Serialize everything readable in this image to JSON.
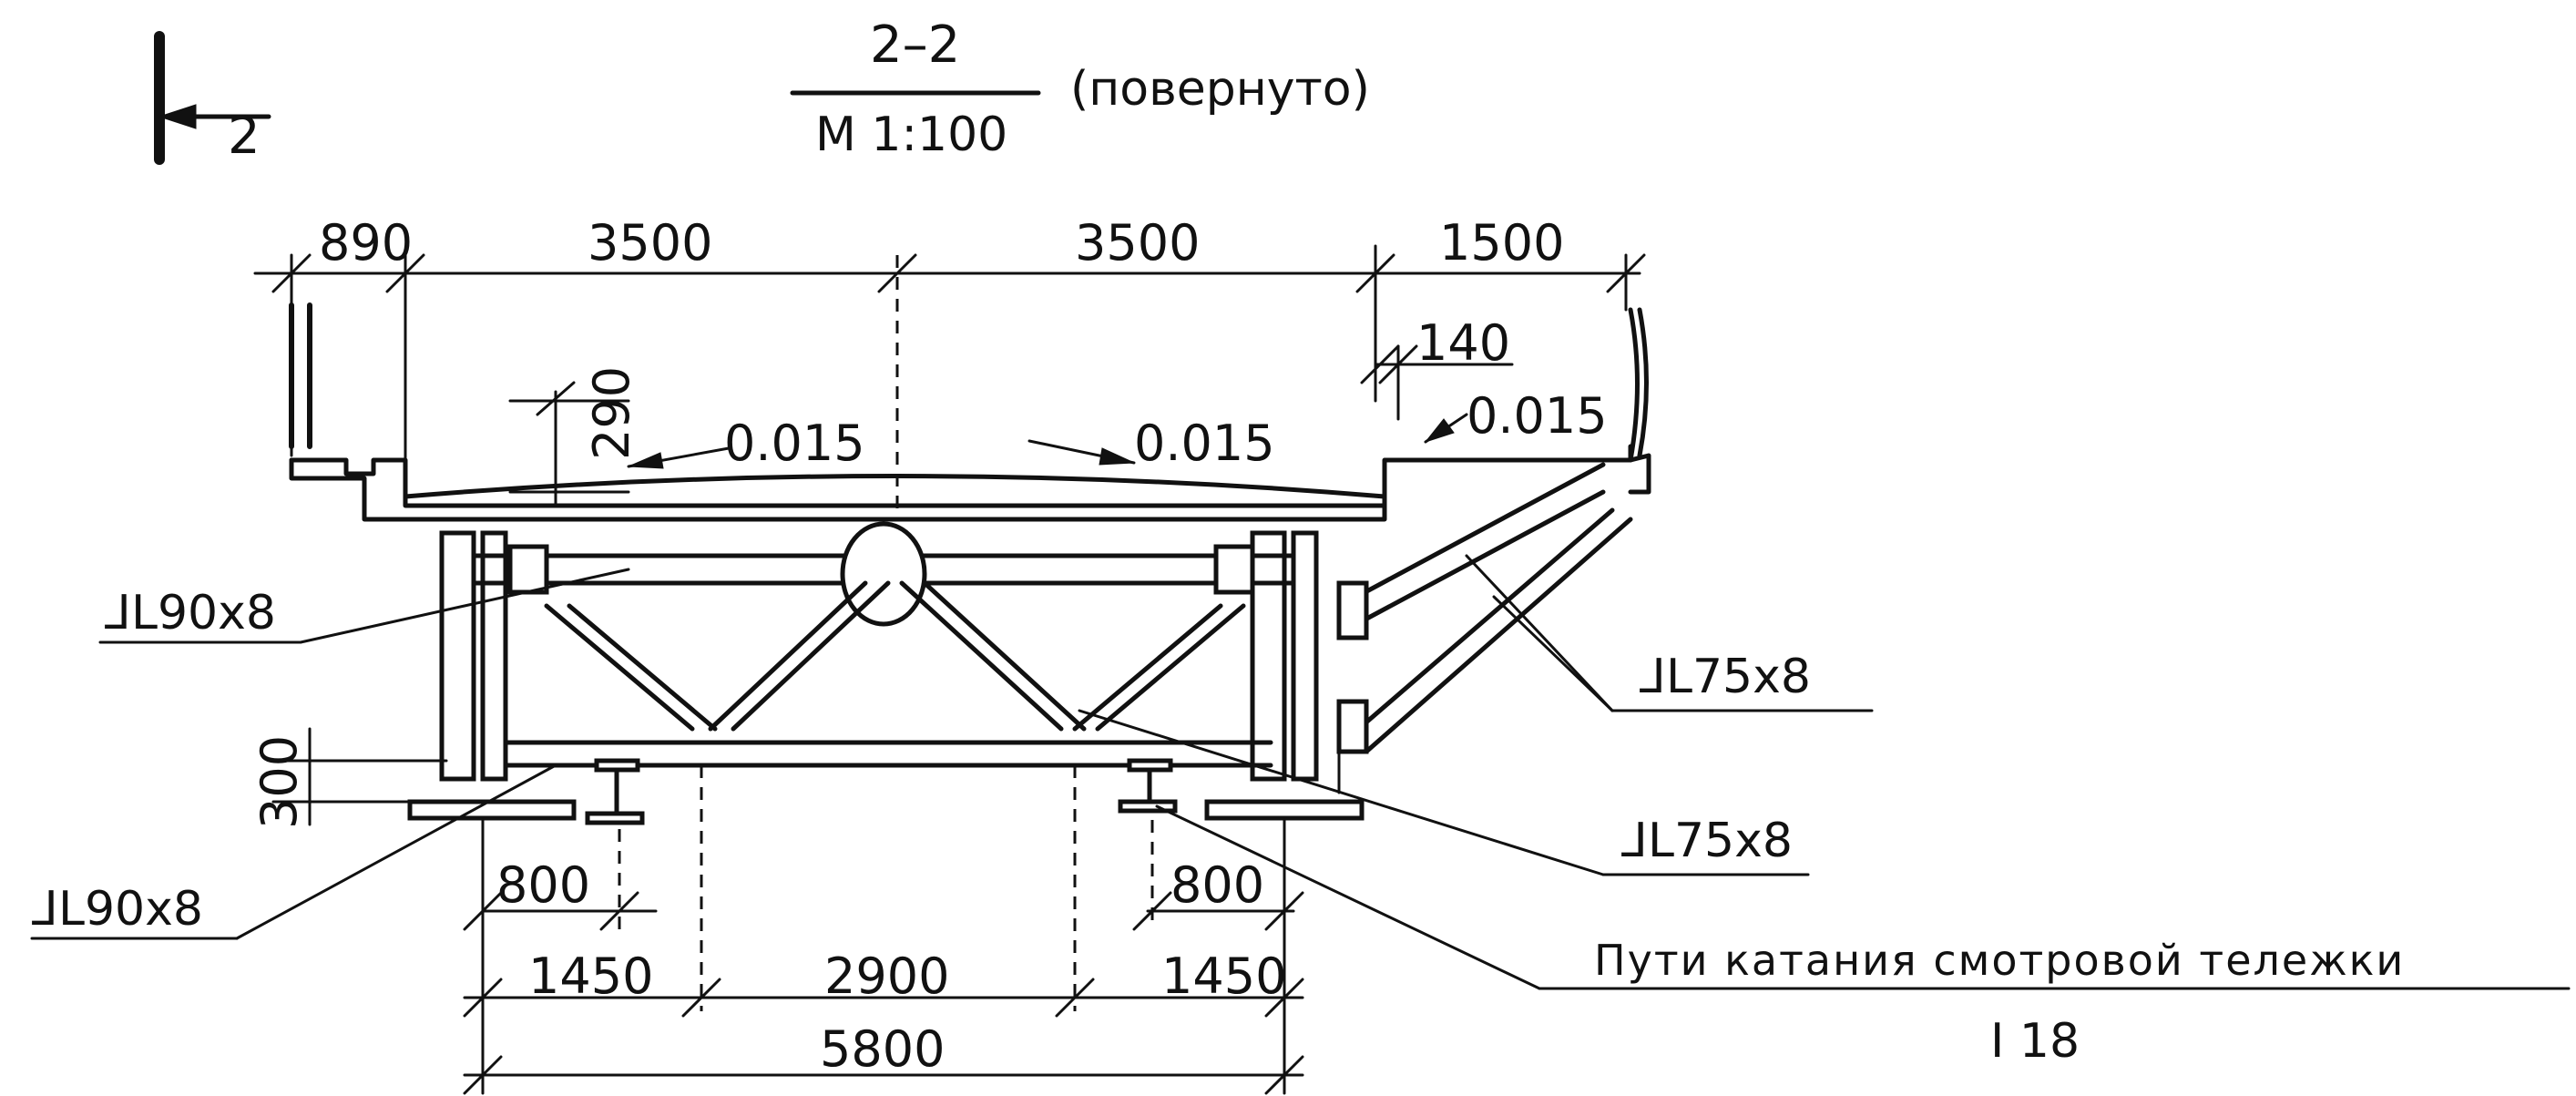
{
  "section": {
    "marker": "2",
    "title": "2–2",
    "scale": "М 1:100",
    "note": "(повернуто)"
  },
  "dimensions": {
    "top": [
      "890",
      "3500",
      "3500",
      "1500"
    ],
    "d140": "140",
    "d290": "290",
    "d300": "300",
    "bottom_800_left": "800",
    "bottom_800_right": "800",
    "row_mid": [
      "1450",
      "2900",
      "1450"
    ],
    "total": "5800"
  },
  "slopes": [
    "0.015",
    "0.015",
    "0.015"
  ],
  "callouts": {
    "angle_90x8_top": "⅃L90x8",
    "angle_90x8_bottom": "⅃L90x8",
    "angle_75x8_right": "⅃L75x8",
    "angle_75x8_lower": "⅃L75x8",
    "trolley_rail": "Пути катания смотровой тележки",
    "rail_profile": "I 18"
  }
}
